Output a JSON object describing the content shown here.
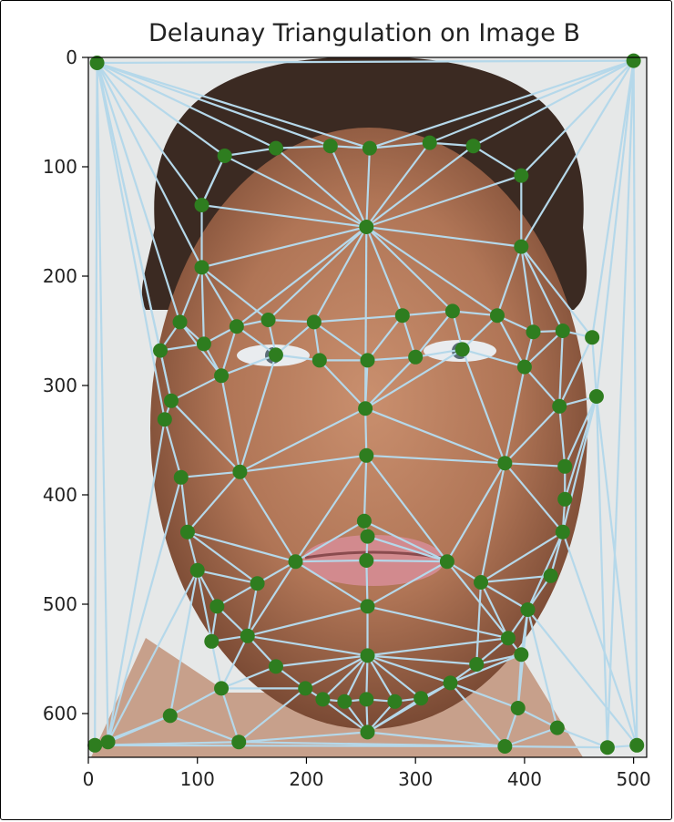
{
  "chart_data": {
    "type": "scatter",
    "title": "Delaunay Triangulation on Image B",
    "xlabel": "",
    "ylabel": "",
    "xlim": [
      0,
      512
    ],
    "ylim": [
      640,
      0
    ],
    "xticks": [
      0,
      100,
      200,
      300,
      400,
      500
    ],
    "yticks": [
      0,
      100,
      200,
      300,
      400,
      500,
      600
    ],
    "grid": false,
    "background": "photo of a man's face (image B)",
    "colors": {
      "points": "#2e7d1f",
      "edges": "#b5d8ea"
    },
    "series": [
      {
        "values": [
          {
            "x": 8,
            "y": 5
          },
          {
            "x": 500,
            "y": 3
          },
          {
            "x": 125,
            "y": 90
          },
          {
            "x": 172,
            "y": 83
          },
          {
            "x": 222,
            "y": 81
          },
          {
            "x": 258,
            "y": 83
          },
          {
            "x": 313,
            "y": 78
          },
          {
            "x": 353,
            "y": 81
          },
          {
            "x": 397,
            "y": 108
          },
          {
            "x": 104,
            "y": 135
          },
          {
            "x": 255,
            "y": 155
          },
          {
            "x": 397,
            "y": 173
          },
          {
            "x": 104,
            "y": 192
          },
          {
            "x": 84,
            "y": 242
          },
          {
            "x": 136,
            "y": 246
          },
          {
            "x": 165,
            "y": 240
          },
          {
            "x": 207,
            "y": 242
          },
          {
            "x": 288,
            "y": 236
          },
          {
            "x": 334,
            "y": 232
          },
          {
            "x": 375,
            "y": 236
          },
          {
            "x": 408,
            "y": 251
          },
          {
            "x": 435,
            "y": 250
          },
          {
            "x": 462,
            "y": 256
          },
          {
            "x": 66,
            "y": 268
          },
          {
            "x": 106,
            "y": 262
          },
          {
            "x": 172,
            "y": 272
          },
          {
            "x": 212,
            "y": 277
          },
          {
            "x": 256,
            "y": 277
          },
          {
            "x": 300,
            "y": 274
          },
          {
            "x": 343,
            "y": 267
          },
          {
            "x": 400,
            "y": 283
          },
          {
            "x": 122,
            "y": 291
          },
          {
            "x": 76,
            "y": 314
          },
          {
            "x": 70,
            "y": 331
          },
          {
            "x": 254,
            "y": 321
          },
          {
            "x": 432,
            "y": 319
          },
          {
            "x": 466,
            "y": 310
          },
          {
            "x": 255,
            "y": 364
          },
          {
            "x": 382,
            "y": 371
          },
          {
            "x": 85,
            "y": 384
          },
          {
            "x": 139,
            "y": 379
          },
          {
            "x": 437,
            "y": 374
          },
          {
            "x": 437,
            "y": 404
          },
          {
            "x": 91,
            "y": 434
          },
          {
            "x": 253,
            "y": 424
          },
          {
            "x": 256,
            "y": 438
          },
          {
            "x": 435,
            "y": 434
          },
          {
            "x": 100,
            "y": 469
          },
          {
            "x": 155,
            "y": 481
          },
          {
            "x": 190,
            "y": 461
          },
          {
            "x": 255,
            "y": 460
          },
          {
            "x": 329,
            "y": 461
          },
          {
            "x": 360,
            "y": 480
          },
          {
            "x": 424,
            "y": 474
          },
          {
            "x": 118,
            "y": 502
          },
          {
            "x": 256,
            "y": 502
          },
          {
            "x": 403,
            "y": 505
          },
          {
            "x": 113,
            "y": 534
          },
          {
            "x": 146,
            "y": 529
          },
          {
            "x": 385,
            "y": 531
          },
          {
            "x": 256,
            "y": 547
          },
          {
            "x": 172,
            "y": 557
          },
          {
            "x": 356,
            "y": 555
          },
          {
            "x": 397,
            "y": 546
          },
          {
            "x": 122,
            "y": 577
          },
          {
            "x": 199,
            "y": 577
          },
          {
            "x": 215,
            "y": 587
          },
          {
            "x": 235,
            "y": 589
          },
          {
            "x": 255,
            "y": 587
          },
          {
            "x": 281,
            "y": 589
          },
          {
            "x": 305,
            "y": 586
          },
          {
            "x": 332,
            "y": 572
          },
          {
            "x": 394,
            "y": 595
          },
          {
            "x": 75,
            "y": 602
          },
          {
            "x": 430,
            "y": 613
          },
          {
            "x": 256,
            "y": 617
          },
          {
            "x": 138,
            "y": 626
          },
          {
            "x": 382,
            "y": 630
          },
          {
            "x": 18,
            "y": 626
          },
          {
            "x": 6,
            "y": 629
          },
          {
            "x": 476,
            "y": 631
          },
          {
            "x": 503,
            "y": 629
          }
        ]
      }
    ],
    "edges": [
      [
        0,
        1
      ],
      [
        0,
        2
      ],
      [
        0,
        3
      ],
      [
        0,
        4
      ],
      [
        0,
        5
      ],
      [
        0,
        9
      ],
      [
        0,
        12
      ],
      [
        0,
        13
      ],
      [
        0,
        23
      ],
      [
        0,
        32
      ],
      [
        0,
        33
      ],
      [
        0,
        78
      ],
      [
        0,
        79
      ],
      [
        1,
        5
      ],
      [
        1,
        6
      ],
      [
        1,
        7
      ],
      [
        1,
        8
      ],
      [
        1,
        11
      ],
      [
        1,
        22
      ],
      [
        1,
        36
      ],
      [
        1,
        80
      ],
      [
        1,
        81
      ],
      [
        2,
        3
      ],
      [
        2,
        9
      ],
      [
        2,
        10
      ],
      [
        3,
        4
      ],
      [
        3,
        10
      ],
      [
        4,
        5
      ],
      [
        4,
        10
      ],
      [
        5,
        6
      ],
      [
        5,
        10
      ],
      [
        6,
        7
      ],
      [
        6,
        10
      ],
      [
        7,
        8
      ],
      [
        7,
        10
      ],
      [
        8,
        10
      ],
      [
        8,
        11
      ],
      [
        9,
        10
      ],
      [
        9,
        12
      ],
      [
        9,
        2
      ],
      [
        10,
        11
      ],
      [
        10,
        12
      ],
      [
        10,
        14
      ],
      [
        10,
        15
      ],
      [
        10,
        16
      ],
      [
        10,
        17
      ],
      [
        10,
        18
      ],
      [
        10,
        19
      ],
      [
        10,
        34
      ],
      [
        11,
        19
      ],
      [
        11,
        20
      ],
      [
        11,
        21
      ],
      [
        11,
        22
      ],
      [
        12,
        13
      ],
      [
        12,
        14
      ],
      [
        12,
        15
      ],
      [
        12,
        24
      ],
      [
        13,
        23
      ],
      [
        13,
        24
      ],
      [
        13,
        31
      ],
      [
        14,
        15
      ],
      [
        14,
        24
      ],
      [
        14,
        25
      ],
      [
        14,
        31
      ],
      [
        15,
        16
      ],
      [
        15,
        25
      ],
      [
        16,
        17
      ],
      [
        16,
        25
      ],
      [
        16,
        26
      ],
      [
        16,
        27
      ],
      [
        17,
        18
      ],
      [
        17,
        27
      ],
      [
        17,
        28
      ],
      [
        18,
        19
      ],
      [
        18,
        28
      ],
      [
        18,
        29
      ],
      [
        19,
        20
      ],
      [
        19,
        29
      ],
      [
        19,
        30
      ],
      [
        20,
        21
      ],
      [
        20,
        30
      ],
      [
        21,
        22
      ],
      [
        21,
        30
      ],
      [
        21,
        35
      ],
      [
        22,
        35
      ],
      [
        22,
        36
      ],
      [
        23,
        24
      ],
      [
        23,
        32
      ],
      [
        24,
        31
      ],
      [
        25,
        26
      ],
      [
        25,
        31
      ],
      [
        25,
        40
      ],
      [
        26,
        27
      ],
      [
        26,
        34
      ],
      [
        27,
        28
      ],
      [
        27,
        34
      ],
      [
        28,
        29
      ],
      [
        28,
        34
      ],
      [
        29,
        30
      ],
      [
        29,
        34
      ],
      [
        29,
        38
      ],
      [
        30,
        35
      ],
      [
        30,
        38
      ],
      [
        31,
        32
      ],
      [
        31,
        40
      ],
      [
        32,
        33
      ],
      [
        32,
        40
      ],
      [
        33,
        39
      ],
      [
        33,
        78
      ],
      [
        34,
        37
      ],
      [
        34,
        38
      ],
      [
        34,
        40
      ],
      [
        35,
        36
      ],
      [
        35,
        38
      ],
      [
        35,
        41
      ],
      [
        36,
        41
      ],
      [
        36,
        42
      ],
      [
        36,
        46
      ],
      [
        36,
        80
      ],
      [
        36,
        81
      ],
      [
        37,
        38
      ],
      [
        37,
        40
      ],
      [
        37,
        44
      ],
      [
        37,
        49
      ],
      [
        37,
        51
      ],
      [
        38,
        41
      ],
      [
        38,
        51
      ],
      [
        38,
        52
      ],
      [
        38,
        46
      ],
      [
        39,
        40
      ],
      [
        39,
        43
      ],
      [
        39,
        78
      ],
      [
        40,
        43
      ],
      [
        40,
        49
      ],
      [
        41,
        42
      ],
      [
        42,
        46
      ],
      [
        43,
        47
      ],
      [
        43,
        48
      ],
      [
        43,
        49
      ],
      [
        44,
        45
      ],
      [
        44,
        49
      ],
      [
        44,
        51
      ],
      [
        45,
        50
      ],
      [
        45,
        51
      ],
      [
        46,
        52
      ],
      [
        46,
        53
      ],
      [
        46,
        56
      ],
      [
        46,
        81
      ],
      [
        47,
        48
      ],
      [
        47,
        54
      ],
      [
        47,
        57
      ],
      [
        47,
        73
      ],
      [
        47,
        78
      ],
      [
        48,
        49
      ],
      [
        48,
        54
      ],
      [
        48,
        58
      ],
      [
        49,
        50
      ],
      [
        49,
        55
      ],
      [
        49,
        58
      ],
      [
        50,
        51
      ],
      [
        50,
        55
      ],
      [
        51,
        52
      ],
      [
        51,
        55
      ],
      [
        51,
        59
      ],
      [
        52,
        53
      ],
      [
        52,
        56
      ],
      [
        52,
        59
      ],
      [
        52,
        62
      ],
      [
        53,
        56
      ],
      [
        54,
        57
      ],
      [
        54,
        58
      ],
      [
        55,
        58
      ],
      [
        55,
        59
      ],
      [
        55,
        60
      ],
      [
        56,
        59
      ],
      [
        56,
        63
      ],
      [
        56,
        72
      ],
      [
        56,
        74
      ],
      [
        56,
        81
      ],
      [
        57,
        58
      ],
      [
        57,
        64
      ],
      [
        58,
        60
      ],
      [
        58,
        61
      ],
      [
        58,
        64
      ],
      [
        59,
        60
      ],
      [
        59,
        62
      ],
      [
        59,
        63
      ],
      [
        60,
        61
      ],
      [
        60,
        65
      ],
      [
        60,
        66
      ],
      [
        60,
        67
      ],
      [
        60,
        68
      ],
      [
        60,
        69
      ],
      [
        60,
        70
      ],
      [
        60,
        71
      ],
      [
        60,
        62
      ],
      [
        61,
        64
      ],
      [
        61,
        65
      ],
      [
        62,
        63
      ],
      [
        62,
        71
      ],
      [
        63,
        71
      ],
      [
        63,
        72
      ],
      [
        64,
        65
      ],
      [
        64,
        73
      ],
      [
        64,
        76
      ],
      [
        65,
        66
      ],
      [
        65,
        76
      ],
      [
        66,
        67
      ],
      [
        66,
        75
      ],
      [
        67,
        68
      ],
      [
        67,
        75
      ],
      [
        68,
        69
      ],
      [
        68,
        75
      ],
      [
        69,
        70
      ],
      [
        69,
        75
      ],
      [
        70,
        71
      ],
      [
        70,
        75
      ],
      [
        71,
        72
      ],
      [
        71,
        75
      ],
      [
        71,
        77
      ],
      [
        72,
        74
      ],
      [
        72,
        77
      ],
      [
        73,
        76
      ],
      [
        73,
        78
      ],
      [
        73,
        79
      ],
      [
        74,
        77
      ],
      [
        74,
        80
      ],
      [
        75,
        76
      ],
      [
        75,
        77
      ],
      [
        76,
        79
      ],
      [
        76,
        77
      ],
      [
        77,
        80
      ],
      [
        77,
        79
      ],
      [
        78,
        79
      ],
      [
        80,
        81
      ]
    ]
  }
}
